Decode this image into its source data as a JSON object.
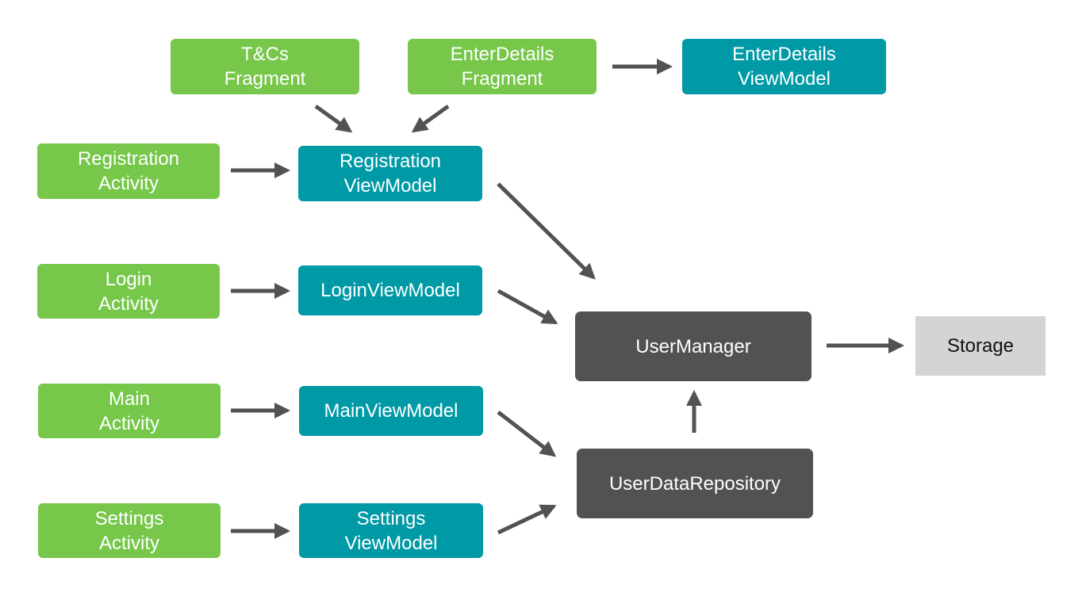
{
  "nodes": {
    "tcs_fragment": {
      "label": "T&Cs\nFragment"
    },
    "enter_details_fragment": {
      "label": "EnterDetails\nFragment"
    },
    "enter_details_viewmodel": {
      "label": "EnterDetails\nViewModel"
    },
    "registration_activity": {
      "label": "Registration\nActivity"
    },
    "registration_viewmodel": {
      "label": "Registration\nViewModel"
    },
    "login_activity": {
      "label": "Login\nActivity"
    },
    "login_viewmodel": {
      "label": "LoginViewModel"
    },
    "main_activity": {
      "label": "Main\nActivity"
    },
    "main_viewmodel": {
      "label": "MainViewModel"
    },
    "settings_activity": {
      "label": "Settings\nActivity"
    },
    "settings_viewmodel": {
      "label": "Settings\nViewModel"
    },
    "user_manager": {
      "label": "UserManager"
    },
    "user_data_repository": {
      "label": "UserDataRepository"
    },
    "storage": {
      "label": "Storage"
    }
  },
  "colors": {
    "activity_green": "#76c74a",
    "viewmodel_teal": "#0099a6",
    "core_dark": "#525252",
    "storage_grey": "#d4d4d4",
    "arrow": "#525252"
  }
}
